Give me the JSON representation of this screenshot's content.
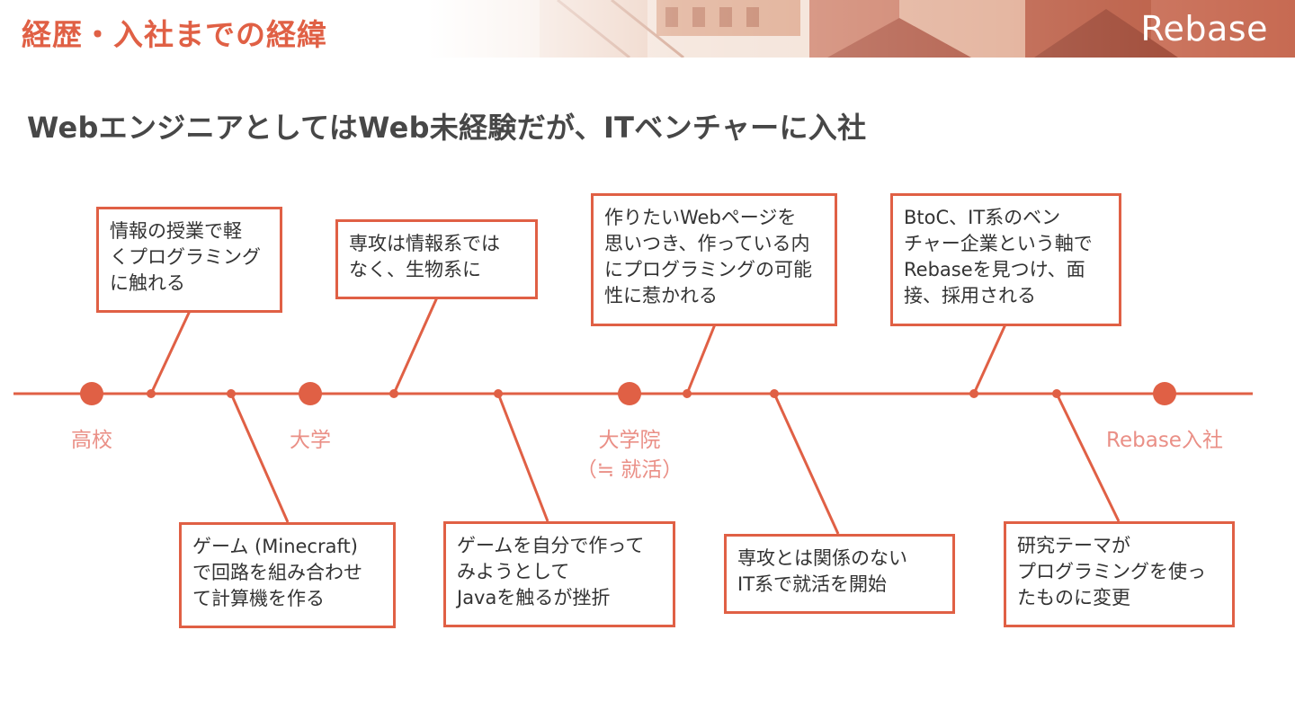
{
  "header": {
    "title": "経歴・入社までの経緯",
    "brand": "Rebase"
  },
  "subtitle": "WebエンジニアとしてはWeb未経験だが、ITベンチャーに入社",
  "milestones": [
    {
      "label": "高校",
      "sub": ""
    },
    {
      "label": "大学",
      "sub": ""
    },
    {
      "label": "大学院",
      "sub": "（≒ 就活）"
    },
    {
      "label": "Rebase入社",
      "sub": ""
    }
  ],
  "events_top": [
    "情報の授業で軽\nくプログラミング\nに触れる",
    "専攻は情報系では\nなく、生物系に",
    "作りたいWebページを\n思いつき、作っている内\nにプログラミングの可能\n性に惹かれる",
    "BtoC、IT系のベン\nチャー企業という軸で\nRebaseを見つけ、面\n接、採用される"
  ],
  "events_bottom": [
    "ゲーム (Minecraft)\nで回路を組み合わせ\nて計算機を作る",
    "ゲームを自分で作って\nみようとして\nJavaを触るが挫折",
    "専攻とは関係のない\nIT系で就活を開始",
    "研究テーマが\nプログラミングを使っ\nたものに変更"
  ],
  "colors": {
    "accent": "#e06045",
    "milestone_text": "#ea8f86",
    "subtitle_text": "#474747"
  }
}
